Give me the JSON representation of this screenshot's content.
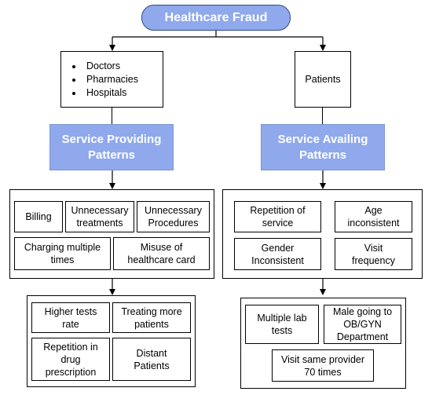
{
  "title": "Healthcare Fraud",
  "providers": {
    "list": [
      "Doctors",
      "Pharmacies",
      "Hospitals"
    ],
    "heading": [
      "Service Providing",
      "Patterns"
    ],
    "patterns": [
      [
        "Billing"
      ],
      [
        "Unnecessary",
        "treatments"
      ],
      [
        "Unnecessary",
        "Procedures"
      ],
      [
        "Charging multiple",
        "times"
      ],
      [
        "Misuse of",
        "healthcare card"
      ]
    ],
    "indicators": [
      [
        "Higher tests",
        "rate"
      ],
      [
        "Treating more",
        "patients"
      ],
      [
        "Repetition in",
        "drug",
        "prescription"
      ],
      [
        "Distant",
        "Patients"
      ]
    ]
  },
  "patients": {
    "label": "Patients",
    "heading": [
      "Service Availing",
      "Patterns"
    ],
    "patterns": [
      [
        "Repetition of",
        "service"
      ],
      [
        "Age",
        "inconsistent"
      ],
      [
        "Gender",
        "Inconsistent"
      ],
      [
        "Visit",
        "frequency"
      ]
    ],
    "indicators": [
      [
        "Multiple lab",
        "tests"
      ],
      [
        "Male going to",
        "OB/GYN",
        "Department"
      ],
      [
        "Visit same provider",
        "70 times"
      ]
    ]
  }
}
